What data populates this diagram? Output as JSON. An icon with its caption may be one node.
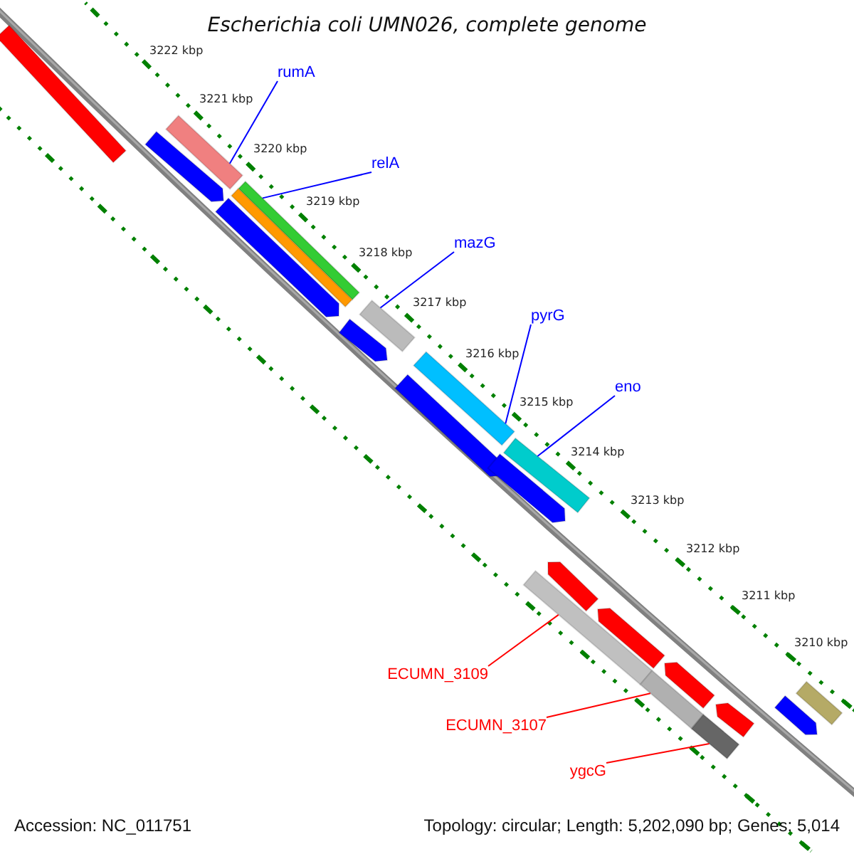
{
  "diagram": {
    "title": "Escherichia coli UMN026, complete genome",
    "nodes": [
      {
        "text": [
          "rumA"
        ]
      },
      {
        "text": [
          "relA"
        ]
      },
      {
        "text": [
          "mazG"
        ]
      },
      {
        "text": [
          "pyrG"
        ]
      },
      {
        "text": [
          "eno"
        ]
      },
      {
        "text": [
          "ECUMN_3109"
        ]
      },
      {
        "text": [
          "ECUMN_3107"
        ]
      },
      {
        "text": [
          "ygcG"
        ]
      },
      {
        "text": [],
        "shape": "bar"
      },
      {
        "text": [],
        "shape": "bar"
      },
      {
        "text": [],
        "shape": "bar"
      },
      {
        "text": [],
        "shape": "bar"
      },
      {
        "text": [],
        "shape": "bar"
      },
      {
        "text": [],
        "shape": "bar"
      },
      {
        "text": [],
        "shape": "bar"
      },
      {
        "text": [],
        "shape": "bar"
      },
      {
        "text": [],
        "shape": "bar"
      },
      {
        "text": [],
        "shape": "bar"
      },
      {
        "text": [],
        "shape": "bar"
      },
      {
        "text": [],
        "shape": "bar"
      },
      {
        "text": [],
        "shape": "bar"
      },
      {
        "text": [],
        "shape": "bar"
      },
      {
        "text": [],
        "shape": "bar"
      },
      {
        "text": [],
        "shape": "bar"
      },
      {
        "text": [],
        "shape": "bar"
      },
      {
        "text": [],
        "shape": "bar"
      },
      {
        "text": [],
        "shape": "bar"
      },
      {
        "text": [],
        "shape": "bar"
      },
      {
        "text": [],
        "shape": "bar"
      }
    ],
    "edges": [
      {
        "from": 0,
        "to": 8,
        "arrow": "none"
      },
      {
        "from": 1,
        "to": 9,
        "arrow": "none"
      },
      {
        "from": 2,
        "to": 10,
        "arrow": "none"
      },
      {
        "from": 3,
        "to": 11,
        "arrow": "none"
      },
      {
        "from": 4,
        "to": 12,
        "arrow": "none"
      },
      {
        "from": 5,
        "to": 13,
        "arrow": "none",
        "color": "#ff0000"
      },
      {
        "from": 6,
        "to": 14,
        "arrow": "none",
        "color": "#ff0000"
      },
      {
        "from": 7,
        "to": 15,
        "arrow": "none",
        "color": "#ff0000"
      }
    ],
    "labels": [
      "3222 kbp",
      "3221 kbp",
      "3220 kbp",
      "3219 kbp",
      "3218 kbp",
      "3217 kbp",
      "3216 kbp",
      "3215 kbp",
      "3214 kbp",
      "3213 kbp",
      "3212 kbp",
      "3211 kbp",
      "3210 kbp",
      "Accession: NC_011751",
      "Topology: circular; Length: 5,202,090 bp; Genes: 5,014"
    ]
  }
}
